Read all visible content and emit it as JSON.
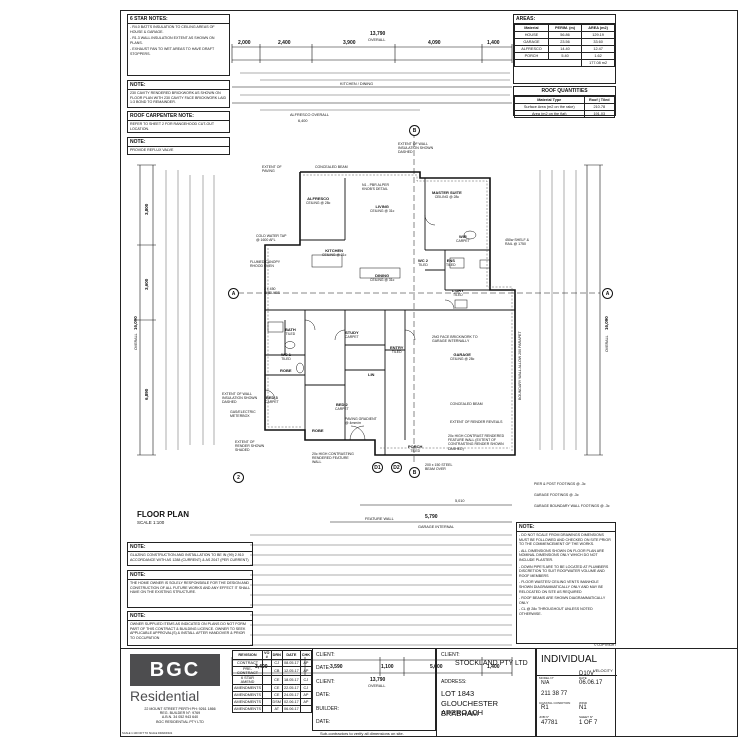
{
  "title_plan": {
    "title": "FLOOR PLAN",
    "scale": "SCALE 1:100"
  },
  "notes": {
    "six_star": {
      "head": "6 STAR NOTES:",
      "items": [
        "-  R4.0 BATTS INSULATION TO CEILING AREAS OF HOUSE & GARAGE.",
        "-  R1.3 WALL INSULATION EXTENT AS SHOWN ON PLANS.",
        "-  EXHAUST FAN TO WET AREAS TO HAVE DRAFT STOPPERS."
      ]
    },
    "note1": {
      "head": "NOTE:",
      "body": "230 CAVITY RENDERED BRICKWORK AS SHOWN ON FLOOR PLAN WITH 230 CAVITY FACE BRICKWORK LAID 1:3 BOND TO REMAINDER."
    },
    "roof": {
      "head": "ROOF CARPENTER NOTE:",
      "body": "REFER TO SHEET 2 FOR RANGEHOOD CUT-OUT LOCATION."
    },
    "note2": {
      "head": "NOTE:",
      "body": "PROVIDE REFLUX VALVE"
    },
    "glazing": {
      "head": "NOTE:",
      "body": "GLAZING CONSTRUCTION AND INSTALLATION TO BE IN (99) 2.910 ACCORDANCE WITH AS 1288 (CURRENT) & AS 2047 (PER CURRENT)"
    },
    "owner": {
      "head": "NOTE:",
      "body": "THE HOME OWNER IS SOLELY RESPONSIBLE FOR THE DESIGN AND CONSTRUCTION OF ALL FUTURE WORKS AND ANY EFFECT IT SHALL HAVE ON THE EXISTING STRUCTURE."
    },
    "supplied": {
      "head": "NOTE:",
      "body": "OWNER SUPPLIED ITEMS AS INDICATED ON PLANS DO NOT FORM PART OF THIS CONTRACT & BUILDING LICENCE. OWNER TO SEEK APPLICABLE APPROVAL(S) & INSTALL AFTER HANDOVER & PRIOR TO OCCUPATION"
    },
    "right": {
      "head": "NOTE:",
      "items": [
        "-  DO NOT SCALE FROM DRAWINGS DIMENSIONS MUST BE FOLLOWED AND CHECKED ON SITE PRIOR TO THE COMMENCEMENT OF THE WORKS.",
        "-  ALL DIMENSIONS SHOWN ON FLOOR PLAN ARE NOMINAL DIMENSIONS ONLY WHICH DO NOT INCLUDE PLASTER.",
        "-  DOWN PIPE'S ARE TO BE LOCATED AT PLUMBERS DISCRETION TO SUIT ROOFWATER VOLUME AND ROOF MEMBERS",
        "-  FLOOR WASTES/ CEILING VENTS /MANHOLE SHOWN DIAGRAMMATICALLY ONLY AND MAY BE RELOCATED ON SITE AS REQUIRED",
        "-  ROOF BEAMS ARE SHOWN DIAGRAMMATICALLY ONLY",
        "-  CL @ 28c THROUGHOUT UNLESS NOTED OTHERWISE."
      ]
    }
  },
  "footings_legend": [
    "PIER & POST FOOTINGS @ -3c",
    "GARAGE FOOTINGS @ -3c",
    "GARAGE BOUNDARY WALL FOOTINGS @ -3c"
  ],
  "areas": {
    "head": "AREAS:",
    "cols": [
      "Material",
      "PERIM. (m)",
      "AREA (m2)"
    ],
    "rows": [
      [
        "HOUSE",
        "56.86",
        "129.19"
      ],
      [
        "GARAGE",
        "23.56",
        "33.60"
      ],
      [
        "ALFRESCO",
        "14.40",
        "12.47"
      ],
      [
        "PORCH",
        "5.40",
        "1.62"
      ]
    ],
    "total": "177.08 m2"
  },
  "roof_quantities": {
    "head": "ROOF QUANTITIES",
    "cols": [
      "Material Type",
      "Roof | Tiled"
    ],
    "rows": [
      [
        "Surface Area (m2 on the rake)",
        "210.78"
      ],
      [
        "Area (m2 on the flat)",
        "191.03"
      ]
    ]
  },
  "dims": {
    "top_overall": "13,790",
    "top_overall_sub": "OVERALL",
    "top_row1": [
      "2,000",
      "2,400",
      "3,900",
      "4,090",
      "1,400"
    ],
    "bottom_overall": "13,790",
    "bottom_overall_sub": "OVERALL",
    "bottom_row1": [
      "3,400",
      "3,590",
      "1,100",
      "5,600",
      "1,400"
    ],
    "left_overall": "16,090",
    "left_overall_sub": "OVERALL",
    "left_row1": [
      "3,800",
      "3,600",
      "6,890"
    ],
    "right_overall": "16,090",
    "right_overall_sub": "OVERALL",
    "garage_internal": "5,790",
    "garage_internal_sub": "GARAGE INTERNAL",
    "front_feature": "5,010",
    "front_feature_sub": "FEATURE WALL",
    "kitchen_dining": "KITCHEN / DINING",
    "alfresco_overall": "ALFRESCO OVERALL",
    "alfresco_val": "6,400"
  },
  "rooms": {
    "alfresco": {
      "name": "ALFRESCO",
      "sub": "CEILING @ 28c"
    },
    "living": {
      "name": "LIVING",
      "sub": "CEILING @ 31c"
    },
    "master": {
      "name": "MASTER SUITE",
      "sub": "CEILING @ 28c"
    },
    "kitchen": {
      "name": "KITCHEN",
      "sub": "CEILING @ 31c"
    },
    "dining": {
      "name": "DINING",
      "sub": "CEILING @ 31c"
    },
    "wir": {
      "name": "WIR",
      "sub": "CARPET"
    },
    "ens": {
      "name": "ENS",
      "sub": "TILED"
    },
    "wc2": {
      "name": "WC 2",
      "sub": "TILED"
    },
    "ldry": {
      "name": "L'DRY",
      "sub": "TILED"
    },
    "bath": {
      "name": "BATH",
      "sub": "TILED"
    },
    "study": {
      "name": "STUDY",
      "sub": "CARPET"
    },
    "entry": {
      "name": "ENTRY",
      "sub": "TILED"
    },
    "garage": {
      "name": "GARAGE",
      "sub": "CEILING @ 28c"
    },
    "wc1": {
      "name": "WC 1",
      "sub": "TILED"
    },
    "bed3": {
      "name": "BED 3",
      "sub": "CARPET"
    },
    "bed2": {
      "name": "BED 2",
      "sub": "CARPET"
    },
    "porch": {
      "name": "PORCH",
      "sub": "TILED"
    },
    "robe1": {
      "name": "ROBE",
      "sub": ""
    },
    "robe2": {
      "name": "ROBE",
      "sub": ""
    },
    "lin": {
      "name": "LIN",
      "sub": ""
    }
  },
  "annotations": {
    "a1": "EXTENT OF WALL INSULATION SHOWN DASHED",
    "a2": "CONCEALED BEAM",
    "a3": "EXTENT OF PAVING",
    "a4": "COLD WATER TAP @ 1600 AFL",
    "a5": "FLUMED CANOPY RHOOD OVEN",
    "a6": "2 x 450 SHELVES",
    "a7": "450w SHELF & RAIL @ 1750",
    "a8": "EXTENT OF WALL INSULATION SHOWN DASHED",
    "a9": "GAS/ELECTRIC METERBOX",
    "a10": "EXTENT OF RENDER SHOWN SHADED",
    "a11": "20c HIGH CONTRASTING RENDERED FEATURE WALL",
    "a12": "200 x 150 STEEL BEAM OVER",
    "a13": "20c HIGH CONTRAST RENDERED FEATURE WALL (EXTENT OF CONTRASTING RENDER SHOWN DASHED)",
    "a14": "2NO FACE BRICKWORK TO GARAGE INTERNALLY",
    "a15": "CONCEALED BEAM",
    "a16": "PAVING GRADIENT @ 4mm/m",
    "a17": "N1 - PBR ALPER KNOB'S DETAIL",
    "a18": "EXTENT OF RENDER REVEALS",
    "a19": "BOUNDARY WALL ALLOW 200 PARAPET"
  },
  "markers": {
    "a": "A",
    "b": "B",
    "d1": "D1",
    "d2": "D2",
    "n2": "2"
  },
  "title_block": {
    "logo_line1": "BGC",
    "logo_line2": "Residential",
    "address": "22 MOUNT STREET PERTH PH: 9261 1866\nREG. BUILDER N°: 9769\nA.B.N. 34 052 943 640\nBGC RESIDENTIAL PTY LTD",
    "rev_cols": [
      "REVISION",
      "VO #",
      "DRN",
      "DATE",
      "CHK"
    ],
    "revisions": [
      [
        "CONTRACT",
        "",
        "CJ",
        "08.05.17",
        "AP"
      ],
      [
        "PRE-CONTRACT",
        "",
        "CB",
        "12.05.17",
        "AP"
      ],
      [
        "6 STAR AMEND",
        "",
        "CE",
        "18.05.17",
        "CJ"
      ],
      [
        "AMENDMENTS",
        "",
        "CE",
        "22.05.17",
        "CJ"
      ],
      [
        "AMENDMENTS",
        "",
        "CE",
        "24.05.17",
        "AP"
      ],
      [
        "AMENDMENTS",
        "",
        "DSM",
        "02.06.17",
        "AP"
      ],
      [
        "AMENDMENTS",
        "",
        "AT",
        "06.06.17",
        ""
      ]
    ],
    "sign_labels": [
      "CLIENT:",
      "DATE:",
      "CLIENT:",
      "DATE:",
      "BUILDER:",
      "DATE:"
    ],
    "client_label": "CLIENT:",
    "client_name": "STOCKLAND PTY LTD",
    "address_label": "ADDRESS:",
    "lot": "LOT 1843",
    "street": "GLOUCHESTER APPROACH",
    "suburb": "BRABHAM",
    "range": "INDIVIDUAL",
    "velocity": "VELOCITY",
    "model_label": "MODEL N°",
    "model": "N/A",
    "date_label": "DATE",
    "date": "06.06.17",
    "series": "D10V",
    "wall_type": "211 38 77",
    "coastal_label": "COASTAL CONDITION",
    "coastal": "R1",
    "wind_label": "WIND",
    "wind": "N1",
    "job_label": "JOB N°",
    "job": "47781",
    "sheet_label": "SHEET N°",
    "sheet": "1 OF 7",
    "copyright": "© COPYRIGHT",
    "footer": "Sub-contractors to verify all dimensions on site.",
    "doc_code": "SCALE 1:100 NOT TO SCALE DRAWINGS"
  }
}
